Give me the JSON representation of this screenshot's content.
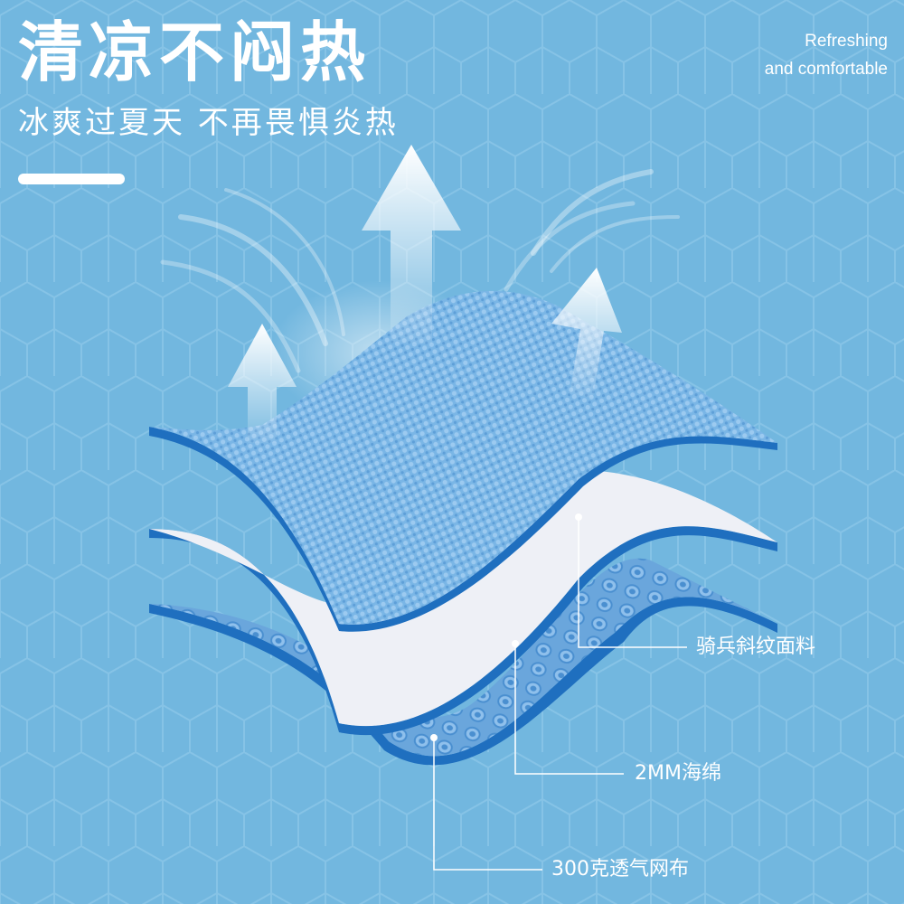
{
  "headline": {
    "title": "清凉不闷热",
    "subtitle": "冰爽过夏天 不再畏惧炎热",
    "tagline_line1": "Refreshing",
    "tagline_line2": "and comfortable"
  },
  "layers": [
    {
      "label": "骑兵斜纹面料",
      "icon": "twill-fabric-layer"
    },
    {
      "label": "2MM海绵",
      "icon": "sponge-layer"
    },
    {
      "label": "300克透气网布",
      "icon": "mesh-fabric-layer"
    }
  ],
  "colors": {
    "background": "#72b7df",
    "top_fabric": "#7ab6e6",
    "sponge": "#eef0f6",
    "mesh": "#6aa6dc",
    "edge": "#1f6fbf",
    "text": "#ffffff"
  }
}
